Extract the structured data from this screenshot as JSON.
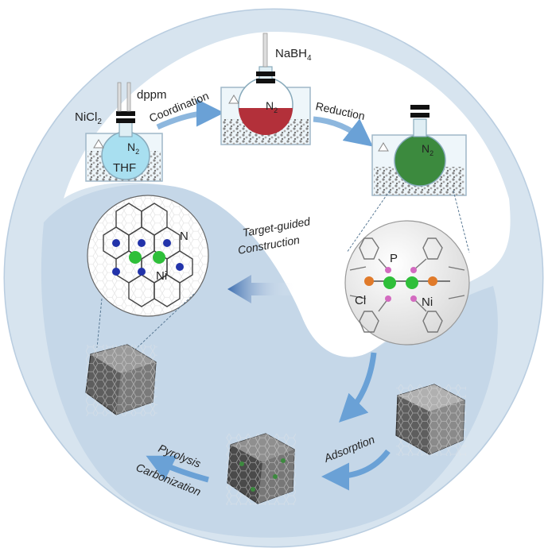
{
  "labels": {
    "nicl": "NiCl",
    "nicl_sub": "2",
    "dppm": "dppm",
    "n2": "N",
    "n2_sub": "2",
    "thf": "THF",
    "nabh": "NaBH",
    "nabh_sub": "4",
    "coordination": "Coordination",
    "reduction": "Reduction",
    "target_guided": "Target-guided",
    "construction": "Construction",
    "atom_n": "N",
    "atom_ni": "Ni",
    "atom_p": "P",
    "atom_cl": "Cl",
    "atom_ni2": "Ni",
    "pyrolysis": "Pyrolysis",
    "carbonization": "Carbonization",
    "adsorption": "Adsorption"
  },
  "colors": {
    "circle_bg": "#c9d9e8",
    "lower_bg": "#bfd3e6",
    "arrow": "#6aa1d6",
    "solution_blue": "#a8dff0",
    "solution_red": "#b3303a",
    "solution_green": "#3c8a3e",
    "ni_green": "#2fbf3a",
    "n_blue": "#2233aa",
    "cl_orange": "#e07a2a",
    "p_pink": "#d36ac0",
    "carbon_gray": "#6b6b6b"
  }
}
